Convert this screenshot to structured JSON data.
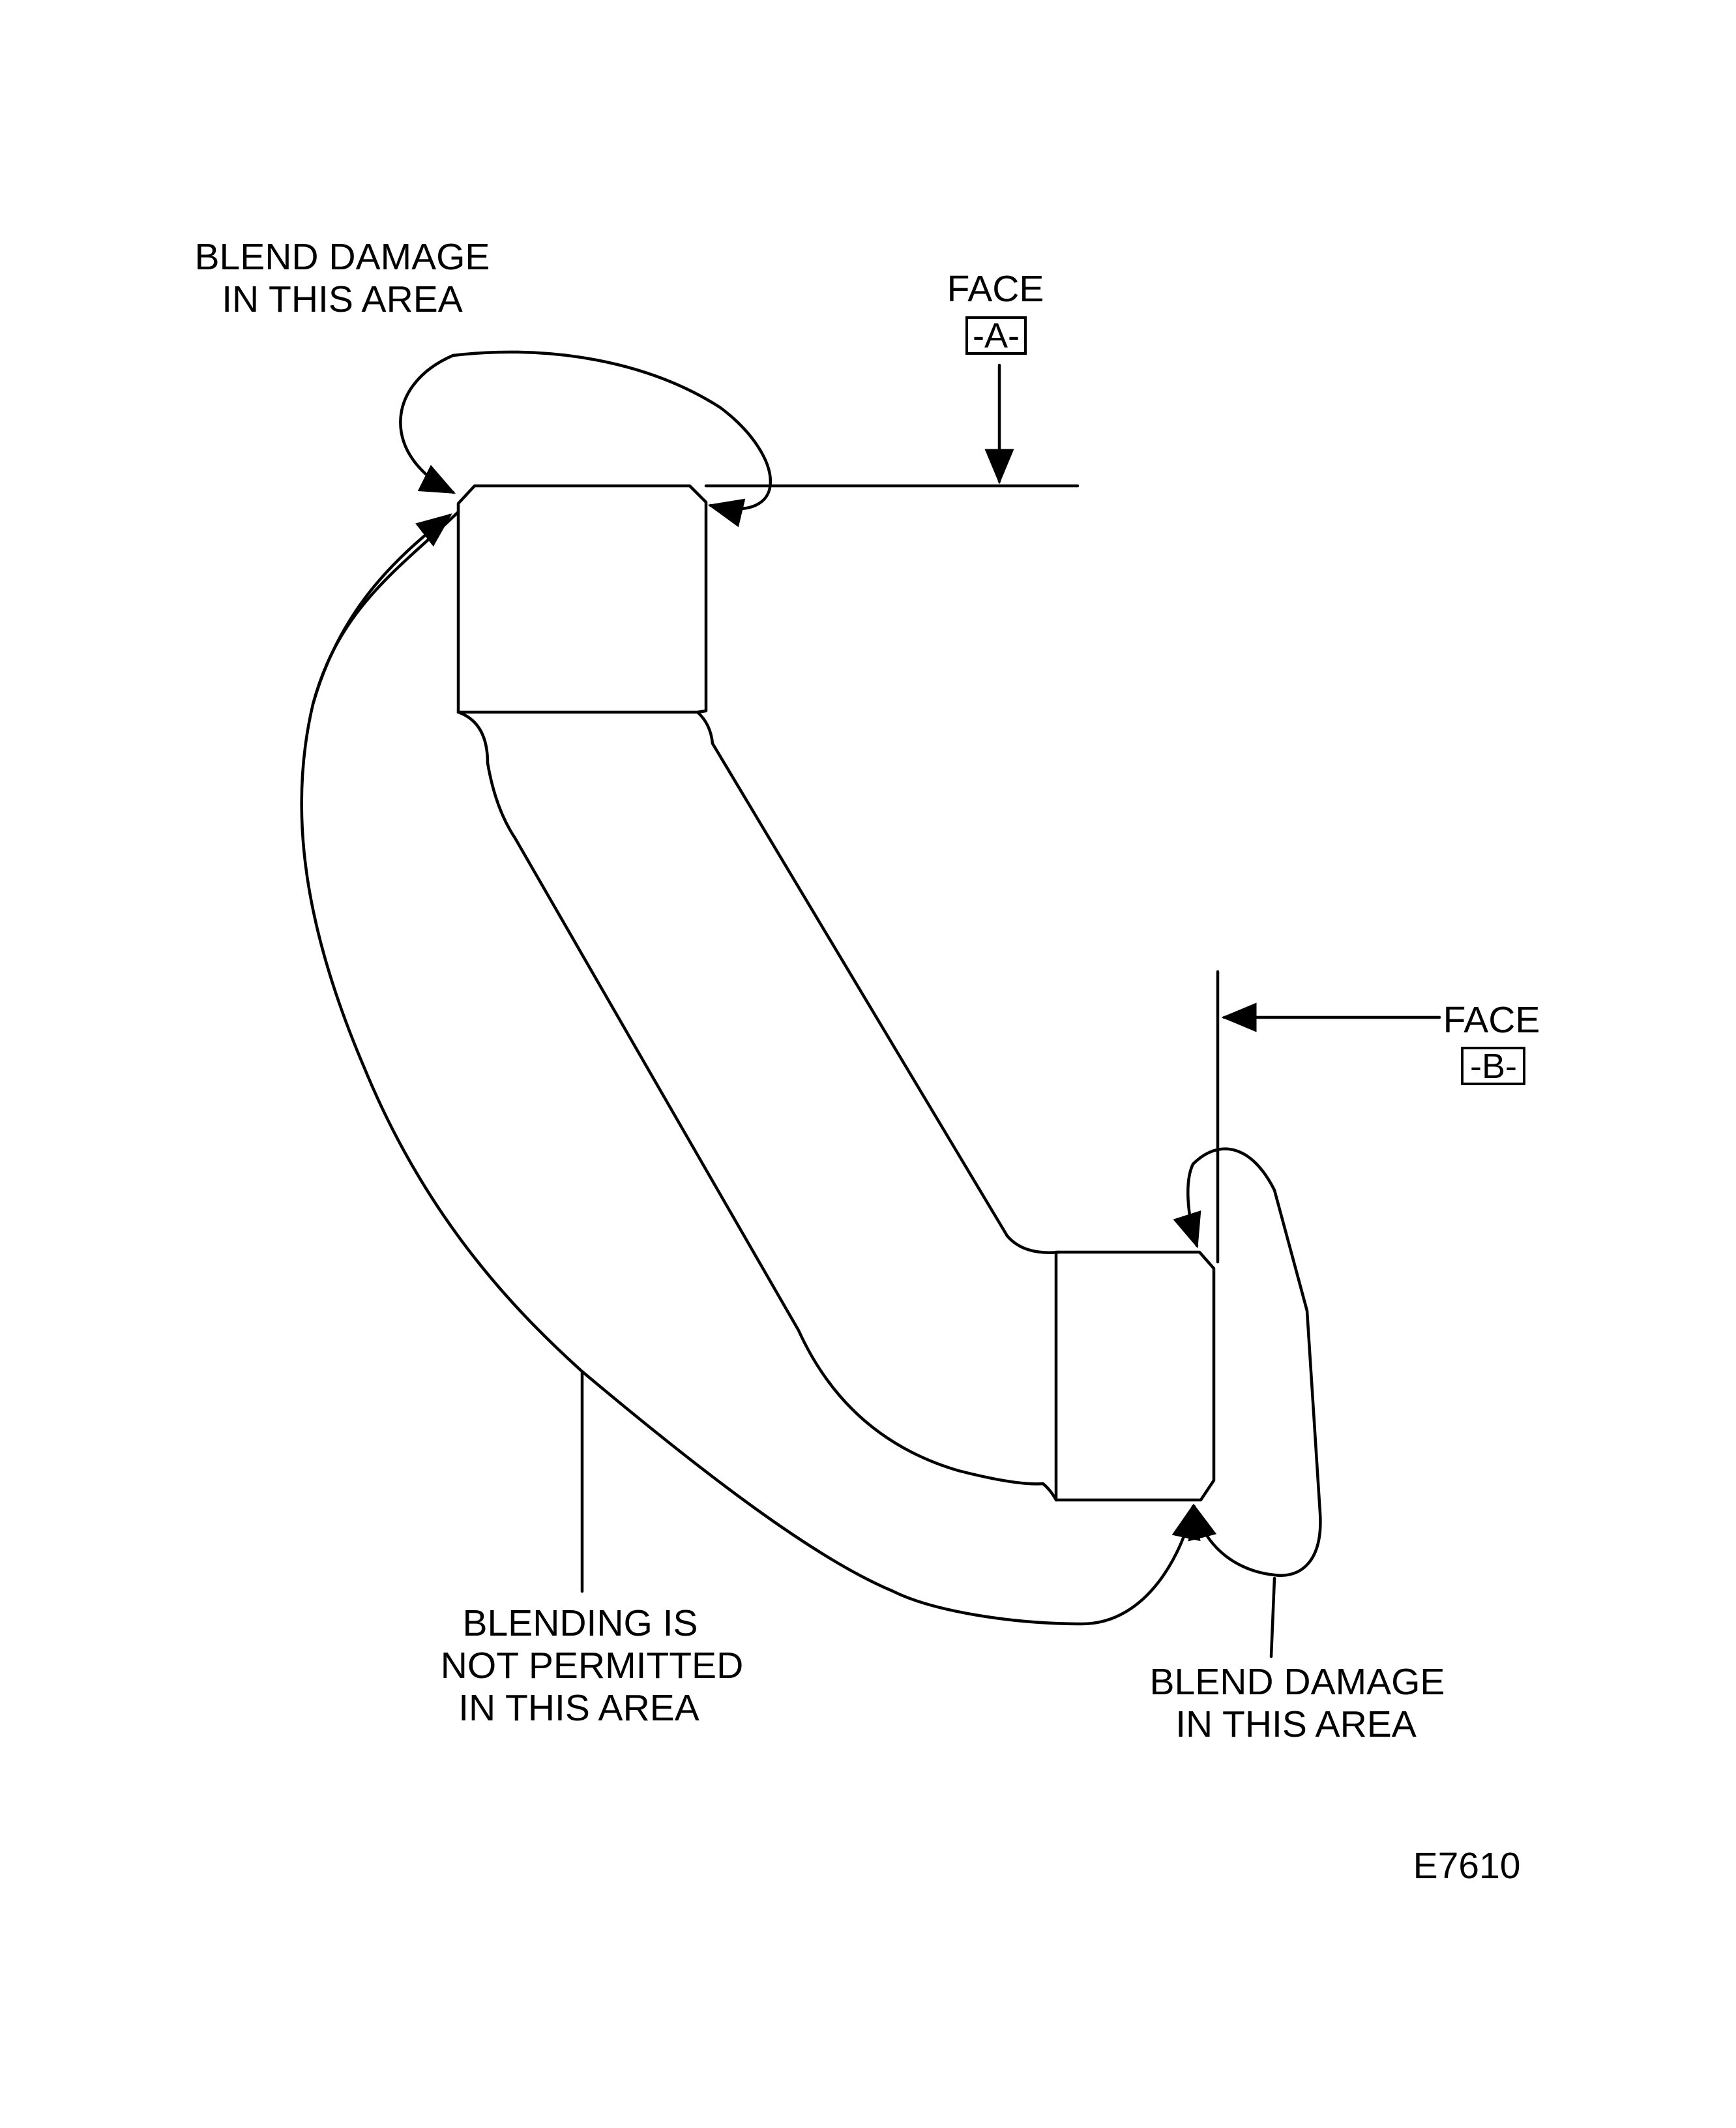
{
  "labels": {
    "blend_top_line1": "BLEND DAMAGE",
    "blend_top_line2": "IN THIS AREA",
    "face_a_word": "FACE",
    "face_a_tag": "-A-",
    "face_b_word": "FACE",
    "face_b_tag": "-B-",
    "not_permitted_line1": "BLENDING IS",
    "not_permitted_line2": "NOT PERMITTED",
    "not_permitted_line3": "IN THIS AREA",
    "blend_bottom_line1": "BLEND DAMAGE",
    "blend_bottom_line2": "IN THIS AREA",
    "figure_id": "E7610"
  },
  "colors": {
    "line": "#000000",
    "background": "#ffffff"
  }
}
